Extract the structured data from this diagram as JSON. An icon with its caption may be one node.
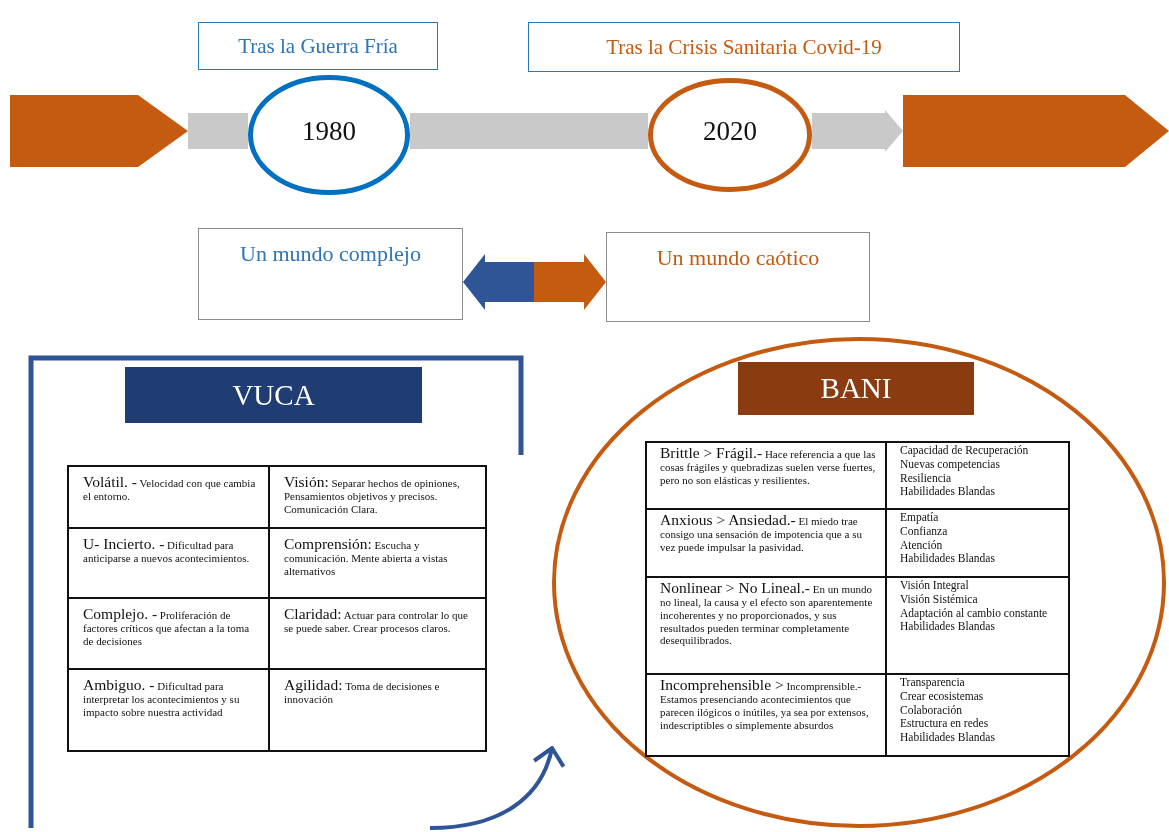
{
  "diagram": {
    "nodes": [
      {
        "text": [
          "Tras la Guerra Fría"
        ]
      },
      {
        "text": [
          "Tras la Crisis Sanitaria Covid-19"
        ]
      },
      {
        "text": [],
        "shape": "pentagon"
      },
      {
        "text": [
          "1980"
        ]
      },
      {
        "text": [
          "2020"
        ]
      },
      {
        "text": [],
        "shape": "pentagon"
      },
      {
        "text": [
          "Un mundo complejo"
        ]
      },
      {
        "text": [
          "Un mundo caótico"
        ]
      },
      {
        "text": [
          "VUCA"
        ]
      },
      {
        "text": [
          "Volátil. -",
          "Velocidad con que cambia el entorno."
        ],
        "in": 8
      },
      {
        "text": [
          "Visión:",
          "Separar hechos de opiniones, Pensamientos objetivos y precisos. Comunicación Clara."
        ],
        "in": 8
      },
      {
        "text": [
          "U- Incierto. -",
          "Dificultad para anticiparse a nuevos acontecimientos."
        ],
        "in": 8
      },
      {
        "text": [
          "Comprensión:",
          "Escucha y comunicación. Mente abierta a vistas alternativos"
        ],
        "in": 8
      },
      {
        "text": [
          "Complejo. -",
          "Proliferación de factores críticos que afectan a la toma de decisiones"
        ],
        "in": 8
      },
      {
        "text": [
          "Claridad:",
          "Actuar para controlar lo que se puede saber. Crear procesos claros."
        ],
        "in": 8
      },
      {
        "text": [
          "Ambiguo. -",
          "Dificultad para interpretar los acontecimientos y su impacto sobre nuestra actividad"
        ],
        "in": 8
      },
      {
        "text": [
          "Agilidad:",
          "Toma de decisiones e innovación"
        ],
        "in": 8
      },
      {
        "text": [
          "BANI"
        ]
      },
      {
        "text": [
          "Brittle > Frágil.-",
          "Hace referencia a que las cosas frágiles y quebradizas suelen verse fuertes, pero no son elásticas y resilientes."
        ],
        "in": 17
      },
      {
        "text": [
          "Capacidad de Recuperación",
          "Nuevas competencias",
          "Resiliencia",
          "Habilidades Blandas"
        ],
        "in": 17
      },
      {
        "text": [
          "Anxious > Ansiedad.-",
          "El miedo trae consigo una sensación de impotencia que a su vez puede impulsar la pasividad."
        ],
        "in": 17
      },
      {
        "text": [
          "Empatía",
          "Confianza",
          "Atención",
          "Habilidades Blandas"
        ],
        "in": 17
      },
      {
        "text": [
          "Nonlinear > No Lineal.-",
          "En un mundo no lineal, la causa y el efecto son aparentemente incoherentes y no proporcionados, y sus resultados pueden terminar completamente desequilibrados."
        ],
        "in": 17
      },
      {
        "text": [
          "Visión Integral",
          "Visión Sistémica",
          "Adaptación al cambio constante",
          "Habilidades Blandas"
        ],
        "in": 17
      },
      {
        "text": [
          "Incomprehensible >",
          "Incomprensible.- Estamos presenciando acontecimientos que parecen ilógicos o inútiles, ya sea por extensos, indescriptibles o simplemente absurdos"
        ],
        "in": 17
      },
      {
        "text": [
          "Transparencia",
          "Crear ecosistemas",
          "Colaboración",
          "Estructura en redes",
          "Habilidades Blandas"
        ],
        "in": 17
      }
    ],
    "edges": [
      {
        "from": 2,
        "to": 3,
        "arrow": "none",
        "color": "#c9c9c9"
      },
      {
        "from": 3,
        "to": 4,
        "arrow": "none",
        "color": "#c9c9c9"
      },
      {
        "from": 4,
        "to": 5,
        "arrow": "to",
        "color": "#c9c9c9"
      },
      {
        "from": 6,
        "to": 7,
        "arrow": "both"
      },
      {
        "from": 8,
        "to": 17,
        "arrow": "to",
        "color": "#2f5597"
      }
    ]
  }
}
